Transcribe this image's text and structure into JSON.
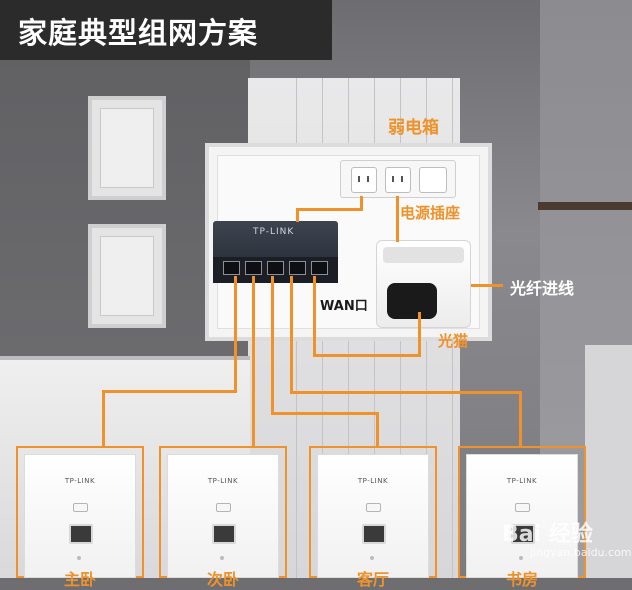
{
  "title": "家庭典型组网方案",
  "labels": {
    "weak_box": "弱电箱",
    "power_socket": "电源插座",
    "fiber_in": "光纤进线",
    "wan": "WAN口",
    "ont": "光猫"
  },
  "device": {
    "switch_brand": "TP-LINK"
  },
  "panels": [
    {
      "brand": "TP-LINK",
      "room": "主卧"
    },
    {
      "brand": "TP-LINK",
      "room": "次卧"
    },
    {
      "brand": "TP-LINK",
      "room": "客厅"
    },
    {
      "brand": "TP-LINK",
      "room": "书房"
    }
  ],
  "watermark": {
    "text": "Bai 经验",
    "sub": "jingyan.baidu.com"
  },
  "colors": {
    "wire": "#f0922b",
    "title_bg": "#2b2b2b"
  }
}
